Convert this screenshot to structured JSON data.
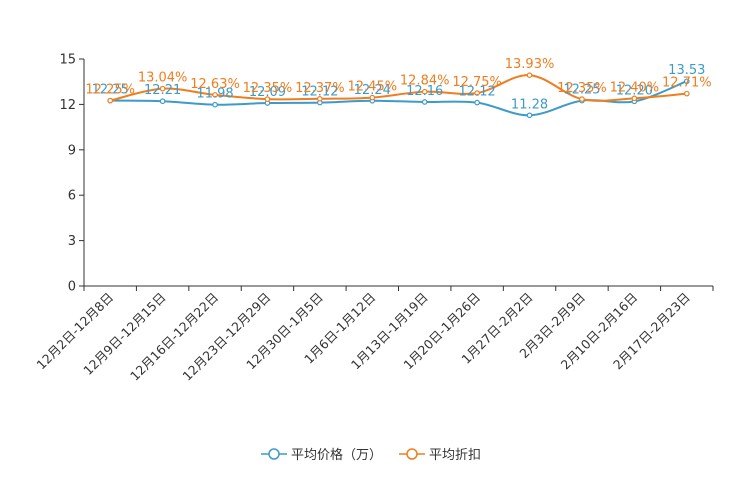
{
  "chart_data": {
    "type": "line",
    "categories": [
      "12月2日-12月8日",
      "12月9日-12月15日",
      "12月16日-12月22日",
      "12月23日-12月29日",
      "12月30日-1月5日",
      "1月6日-1月12日",
      "1月13日-1月19日",
      "1月20日-1月26日",
      "1月27日-2月2日",
      "2月3日-2月9日",
      "2月10日-2月16日",
      "2月17日-2月23日"
    ],
    "series": [
      {
        "name": "平均价格（万）",
        "values": [
          12.25,
          12.21,
          11.98,
          12.09,
          12.12,
          12.24,
          12.16,
          12.12,
          11.28,
          12.25,
          12.2,
          13.53
        ],
        "labels": [
          "12.25",
          "12.21",
          "11.98",
          "12.09",
          "12.12",
          "12.24",
          "12.16",
          "12.12",
          "11.28",
          "12.25",
          "12.20",
          "13.53"
        ],
        "color": "#3d9bc9"
      },
      {
        "name": "平均折扣",
        "values": [
          12.25,
          13.04,
          12.63,
          12.35,
          12.37,
          12.45,
          12.84,
          12.75,
          13.93,
          12.35,
          12.4,
          12.71
        ],
        "labels": [
          "12.25%",
          "13.04%",
          "12.63%",
          "12.35%",
          "12.37%",
          "12.45%",
          "12.84%",
          "12.75%",
          "13.93%",
          "12.35%",
          "12.40%",
          "12.71%"
        ],
        "color": "#f07d1e"
      }
    ],
    "yticks": [
      "0",
      "3",
      "6",
      "9",
      "12",
      "15"
    ],
    "ylim": [
      0,
      15
    ],
    "grid": false,
    "legend": "bottom-center"
  }
}
